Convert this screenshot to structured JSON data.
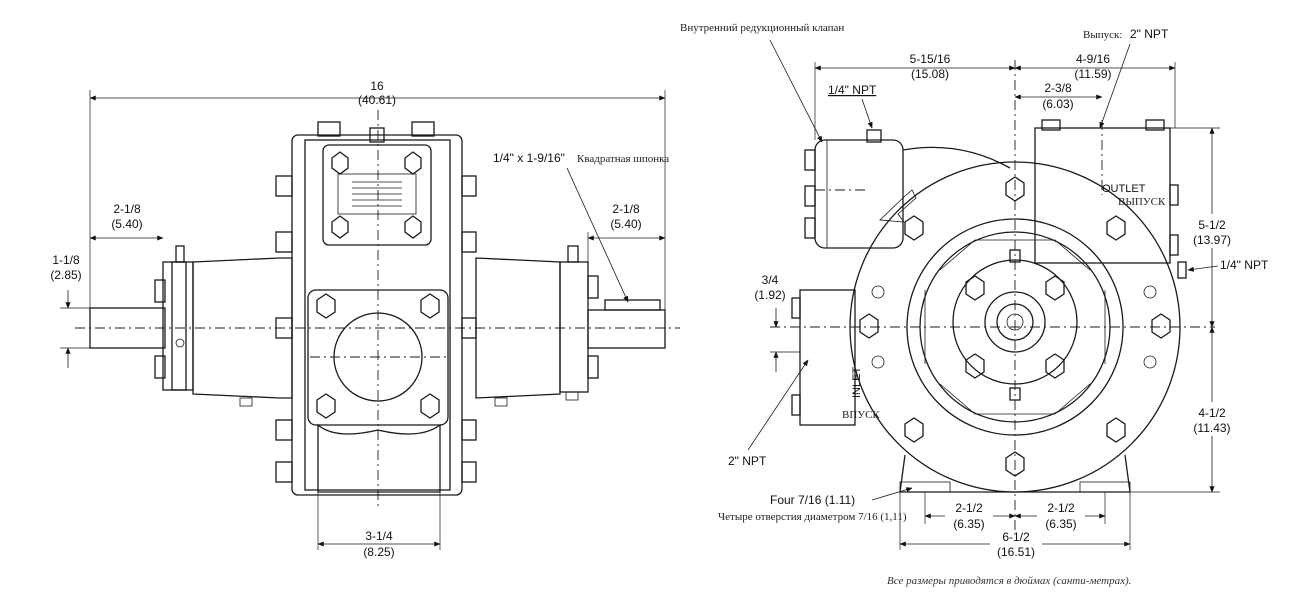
{
  "left_view": {
    "overall_width": {
      "in": "16",
      "cm": "(40.61)"
    },
    "left_shaft_ext": {
      "in": "2-1/8",
      "cm": "(5.40)"
    },
    "right_shaft_ext": {
      "in": "2-1/8",
      "cm": "(5.40)"
    },
    "shaft_height": {
      "in": "1-1/8",
      "cm": "(2.85)"
    },
    "base_width": {
      "in": "3-1/4",
      "cm": "(8.25)"
    },
    "key_note": {
      "size": "1/4\" x 1-9/16\"",
      "text": "Квадратная шпонка"
    }
  },
  "right_view": {
    "relief_valve_label": "Внутренний редукционный клапан",
    "outlet_label": {
      "ru": "Выпуск:",
      "size": "2\" NPT"
    },
    "dim_5_15_16": {
      "in": "5-15/16",
      "cm": "(15.08)"
    },
    "dim_4_9_16": {
      "in": "4-9/16",
      "cm": "(11.59)"
    },
    "dim_2_3_8": {
      "in": "2-3/8",
      "cm": "(6.03)"
    },
    "top_npt": "1/4\" NPT",
    "side_npt": "1/4\" NPT",
    "dim_5_1_2": {
      "in": "5-1/2",
      "cm": "(13.97)"
    },
    "dim_3_4": {
      "in": "3/4",
      "cm": "(1.92)"
    },
    "dim_4_1_2": {
      "in": "4-1/2",
      "cm": "(11.43)"
    },
    "inlet_npt": "2\" NPT",
    "holes": {
      "en": "Four 7/16 (1.11)",
      "ru": "Четыре отверстия диаметром 7/16 (1,11)"
    },
    "dim_2_1_2_left": {
      "in": "2-1/2",
      "cm": "(6.35)"
    },
    "dim_2_1_2_right": {
      "in": "2-1/2",
      "cm": "(6.35)"
    },
    "dim_6_1_2": {
      "in": "6-1/2",
      "cm": "(16.51)"
    },
    "outlet_en": "OUTLET",
    "outlet_ru": "ВЫПУСК",
    "inlet_en": "INLET",
    "inlet_ru": "ВПУСК"
  },
  "footnote": "Все размеры приводятся в дюймах (санти-метрах)."
}
